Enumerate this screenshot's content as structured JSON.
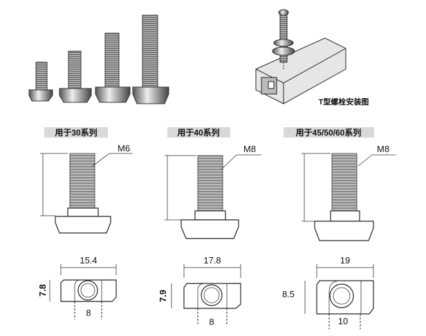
{
  "install_caption": "T型螺栓安装图",
  "variants": [
    {
      "series_label": "用于30系列",
      "thread": "M6",
      "width": "15.4",
      "height": "7.8",
      "neck": "8"
    },
    {
      "series_label": "用于40系列",
      "thread": "M8",
      "width": "17.8",
      "height": "7.9",
      "neck": "8"
    },
    {
      "series_label": "用于45/50/60系列",
      "thread": "M8",
      "width": "19",
      "height": "8.5",
      "neck": "10"
    }
  ],
  "colors": {
    "label_bg": "#d9d9d9",
    "line": "#222222"
  }
}
